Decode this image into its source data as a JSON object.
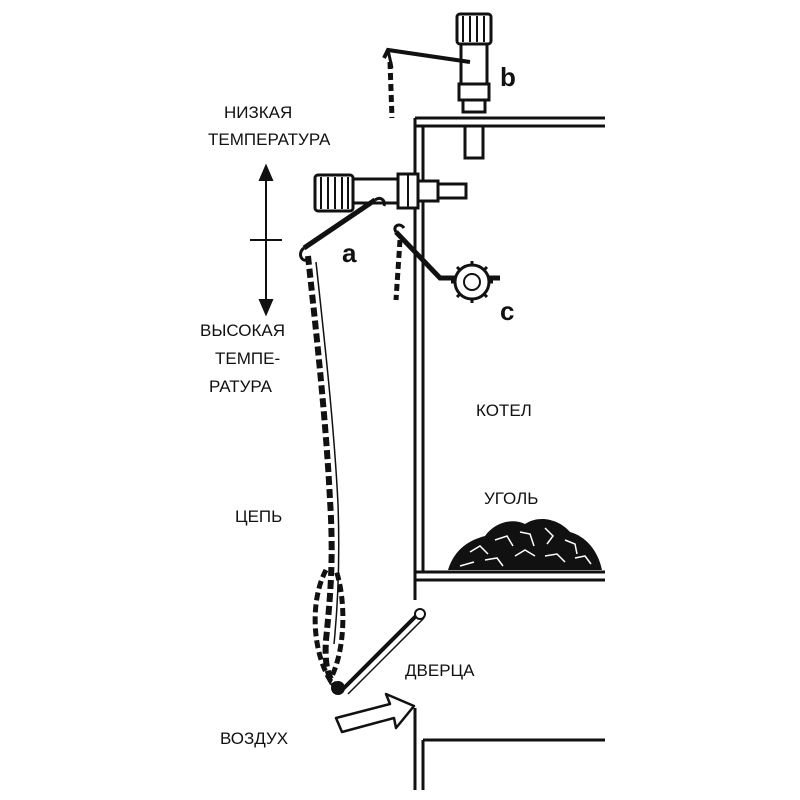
{
  "labels": {
    "low_temp_line1": "НИЗКАЯ",
    "low_temp_line2": "ТЕМПЕРАТУРА",
    "high_temp_line1": "ВЫСОКАЯ",
    "high_temp_line2": "ТЕМПЕ-",
    "high_temp_line3": "РАТУРА",
    "chain": "ЦЕПЬ",
    "boiler": "КОТЕЛ",
    "coal": "УГОЛЬ",
    "door": "ДВЕРЦА",
    "air": "ВОЗДУХ",
    "marker_a": "a",
    "marker_b": "b",
    "marker_c": "c"
  }
}
